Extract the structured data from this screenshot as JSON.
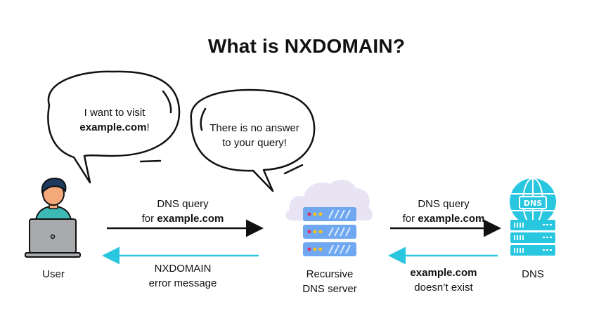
{
  "title": "What is NXDOMAIN?",
  "bubbles": {
    "user": {
      "line1": "I want to visit",
      "domain": "example.com",
      "suffix": "!"
    },
    "resolver": {
      "line1": "There is no answer",
      "line2": "to your query!"
    }
  },
  "arrows": {
    "query_left": {
      "line1": "DNS query",
      "prefix": "for ",
      "domain": "example.com"
    },
    "error_left": {
      "line1": "NXDOMAIN",
      "line2": "error message"
    },
    "query_right": {
      "line1": "DNS query",
      "prefix": "for ",
      "domain": "example.com"
    },
    "error_right": {
      "domain": "example.com",
      "line2": "doesn’t exist"
    }
  },
  "nodes": {
    "user": {
      "label": "User"
    },
    "resolver": {
      "line1": "Recursive",
      "line2": "DNS server"
    },
    "dns": {
      "label": "DNS",
      "icon_text": "DNS"
    }
  },
  "colors": {
    "cyan": "#29C6E0",
    "server_blue": "#6FA8F0",
    "cloud": "#E8E4F4",
    "ink": "#111111"
  }
}
